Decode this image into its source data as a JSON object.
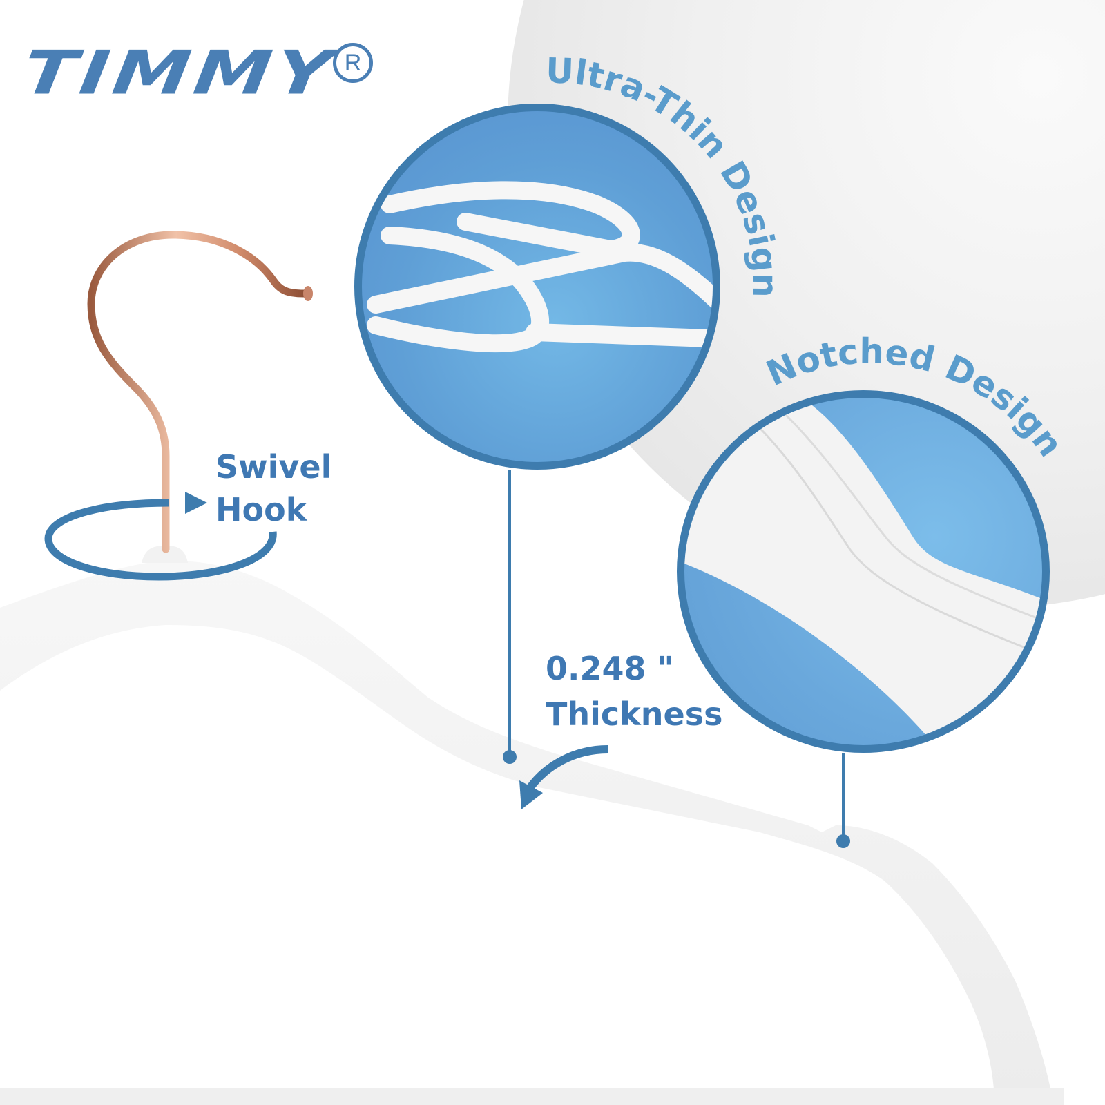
{
  "brand": {
    "logo_text": "TIMMY",
    "registered_mark": "R",
    "color": "#4a7fb5"
  },
  "features": [
    {
      "id": "swivel-hook",
      "line1": "Swivel",
      "line2": "Hook",
      "icon": "rotation-arrow-icon"
    },
    {
      "id": "ultra-thin",
      "label": "Ultra-Thin Design",
      "icon": "zoom-circle-thin-hangers"
    },
    {
      "id": "notched",
      "label": "Notched Design",
      "icon": "zoom-circle-velvet-notch"
    },
    {
      "id": "thickness",
      "line1": "0.248 \"",
      "line2": "Thickness",
      "icon": "curved-arrow-icon"
    }
  ],
  "colors": {
    "accent_blue": "#3e7cae",
    "text_blue": "#3f78b3",
    "arc_text_blue": "#5a9ccc",
    "circle_fill": "#6aa8dc",
    "hook_rose_gold": "#c8856a",
    "hanger_white": "#f2f2f2",
    "background_blob": "#efefef"
  }
}
